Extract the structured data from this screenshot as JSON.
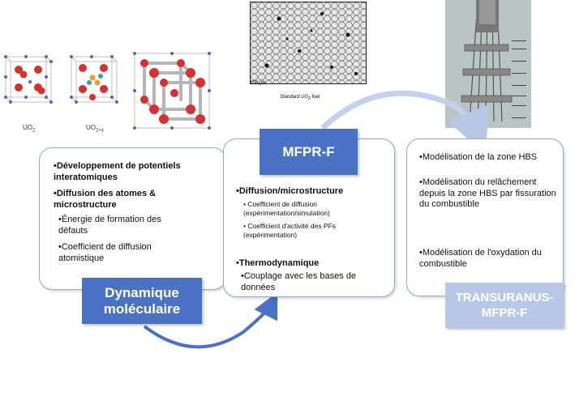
{
  "crystals": {
    "uo2_caption": "UO",
    "uo2_sub": "2",
    "uo2x_caption": "UO",
    "uo2x_sub": "2+x"
  },
  "micrograph": {
    "scale_label": "100 µm",
    "caption_pre": "Standard UO",
    "caption_sub": "2",
    "caption_post": " fuel"
  },
  "dm_box": {
    "title": "Dynamique moléculaire",
    "items": [
      "•Développement de potentiels interatomiques",
      "•Diffusion des atomes & microstructure",
      "•Énergie de formation des défauts",
      "•Coefficient de diffusion atomistique"
    ]
  },
  "mfpr_box": {
    "title": "MFPR-F",
    "h1": "•Diffusion/microstructure",
    "sub1": "• Coefficient de diffusion (expérimentation/simulation)",
    "sub2": "• Coefficient d'activité des PFs (expérimentation)",
    "h2": "•Thermodynamique",
    "sub3": "•Couplage avec les bases de données"
  },
  "tu_box": {
    "title": "TRANSURANUS-MFPR-F",
    "items": [
      "•Modélisation de la zone HBS",
      "•Modélisation du relâchement depuis la zone HBS par fissuration du combustible",
      "•Modélisation de l'oxydation du combustible"
    ]
  },
  "colors": {
    "accent": "#4a72c4",
    "light_accent": "#b7c8e6",
    "box_border": "#8fa8cc"
  }
}
